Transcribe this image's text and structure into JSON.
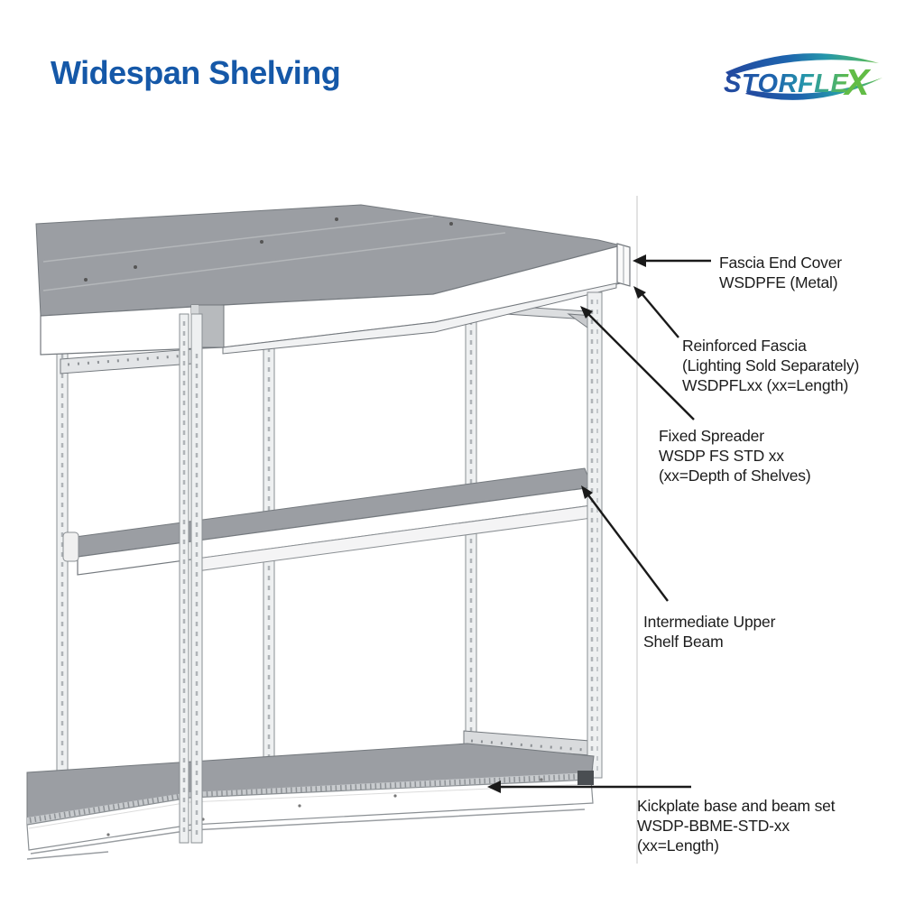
{
  "page": {
    "title": "Widespan Shelving"
  },
  "logo": {
    "text_main": "STORFLE",
    "text_x": "X"
  },
  "callouts": [
    {
      "id": "fascia-end-cover",
      "lines": [
        "Fascia End Cover",
        "WSDPFE (Metal)"
      ]
    },
    {
      "id": "reinforced-fascia",
      "lines": [
        "Reinforced Fascia",
        "(Lighting Sold Separately)",
        "WSDPFLxx (xx=Length)"
      ]
    },
    {
      "id": "fixed-spreader",
      "lines": [
        "Fixed Spreader",
        "WSDP FS STD xx",
        "(xx=Depth of Shelves)"
      ]
    },
    {
      "id": "intermediate-upper-shelf-beam",
      "lines": [
        "Intermediate Upper",
        "Shelf Beam"
      ]
    },
    {
      "id": "kickplate-base-beam-set",
      "lines": [
        "Kickplate base and beam set",
        "WSDP-BBME-STD-xx",
        "(xx=Length)"
      ]
    }
  ],
  "colors": {
    "title_blue": "#1558a8",
    "label_text": "#1c1c1c",
    "drawing_gray": "#9b9ea3",
    "outline_gray": "#74797e",
    "reference_line": "#cfcfcf",
    "arrow_black": "#1a1a1a",
    "logo_blue": "#2149a0",
    "logo_teal": "#2596ab",
    "logo_green": "#62bc46"
  }
}
